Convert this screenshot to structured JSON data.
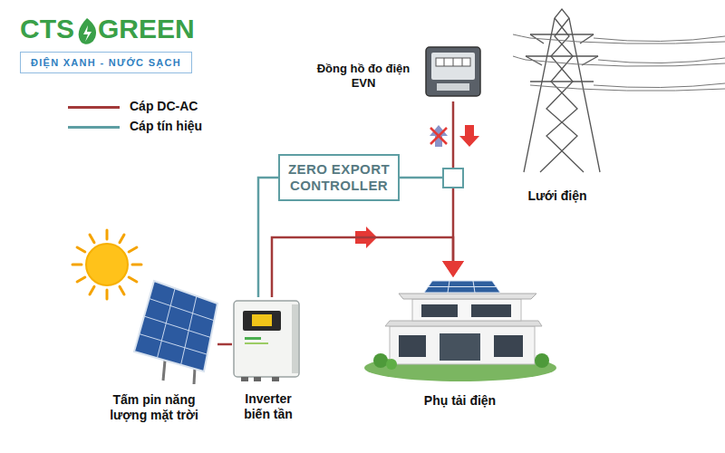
{
  "diagram": {
    "nodes": [
      {
        "text": [
          "Đồng hồ đo điện EVN"
        ]
      },
      {
        "text": [
          "Lưới điện"
        ]
      },
      {
        "text": [
          "ZERO EXPORT CONTROLLER"
        ]
      },
      {
        "text": [
          "Tấm pin năng lượng mặt trời"
        ]
      },
      {
        "text": [
          "Inverter biến tần"
        ]
      },
      {
        "text": [
          "Phụ tải điện"
        ]
      }
    ],
    "edges": [
      {
        "from": 3,
        "to": 4,
        "arrow": "none"
      },
      {
        "from": 4,
        "to": 5,
        "arrow": "to"
      },
      {
        "from": 0,
        "to": 5,
        "arrow": "to"
      },
      {
        "from": 2,
        "to": 4,
        "arrow": "none"
      }
    ],
    "labels": [
      "CTS",
      "GREEN",
      "ĐIỆN XANH - NƯỚC SẠCH"
    ],
    "legend": [
      {
        "text": "Cáp DC-AC"
      },
      {
        "text": "Cáp tín hiệu"
      }
    ]
  }
}
